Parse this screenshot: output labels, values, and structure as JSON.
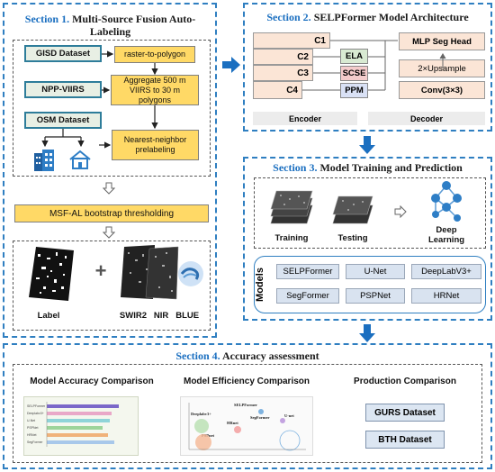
{
  "section1": {
    "title_num": "Section 1.",
    "title_rest": " Multi-Source Fusion Auto-Labeling",
    "gisd": "GISD Dataset",
    "raster": "raster-to-polygon",
    "npp": "NPP-VIIRS",
    "aggregate": "Aggregate 500 m VIIRS to 30 m polygons",
    "osm": "OSM Dataset",
    "nearest": "Nearest-neighbor prelabeling",
    "msf": "MSF-AL bootstrap thresholding",
    "label": "Label",
    "bands": "SWIR2   NIR   BLUE"
  },
  "section2": {
    "title_num": "Section 2.",
    "title_rest": " SELPFormer Model Architecture",
    "c1": "C1",
    "c2": "C2",
    "c3": "C3",
    "c4": "C4",
    "ela": "ELA",
    "scse": "SCSE",
    "ppm": "PPM",
    "mlp": "MLP Seg Head",
    "upsample": "2×Upsample",
    "conv": "Conv(3×3)",
    "encoder": "Encoder",
    "decoder": "Decoder"
  },
  "section3": {
    "title_num": "Section 3.",
    "title_rest": " Model Training and Prediction",
    "training": "Training",
    "testing": "Testing",
    "deep": "Deep Learning",
    "models_label": "Models",
    "models": [
      "SELPFormer",
      "U-Net",
      "DeepLabV3+",
      "SegFormer",
      "PSPNet",
      "HRNet"
    ]
  },
  "section4": {
    "title_num": "Section 4.",
    "title_rest": " Accuracy assessment",
    "acc": "Model Accuracy Comparison",
    "eff": "Model Efficiency Comparison",
    "prod": "Production Comparison",
    "gurs": "GURS Dataset",
    "bth": "BTH Dataset"
  },
  "colors": {
    "section_border": "#2f7fc1",
    "arrow_blue": "#1b6fc0",
    "yellow": "#ffd966",
    "green_fill": "#e8efe4",
    "encoder_fill": "#fbe5d6",
    "ela_fill": "#d8ead2",
    "scse_fill": "#f4cccc",
    "ppm_fill": "#d9e1f5"
  }
}
